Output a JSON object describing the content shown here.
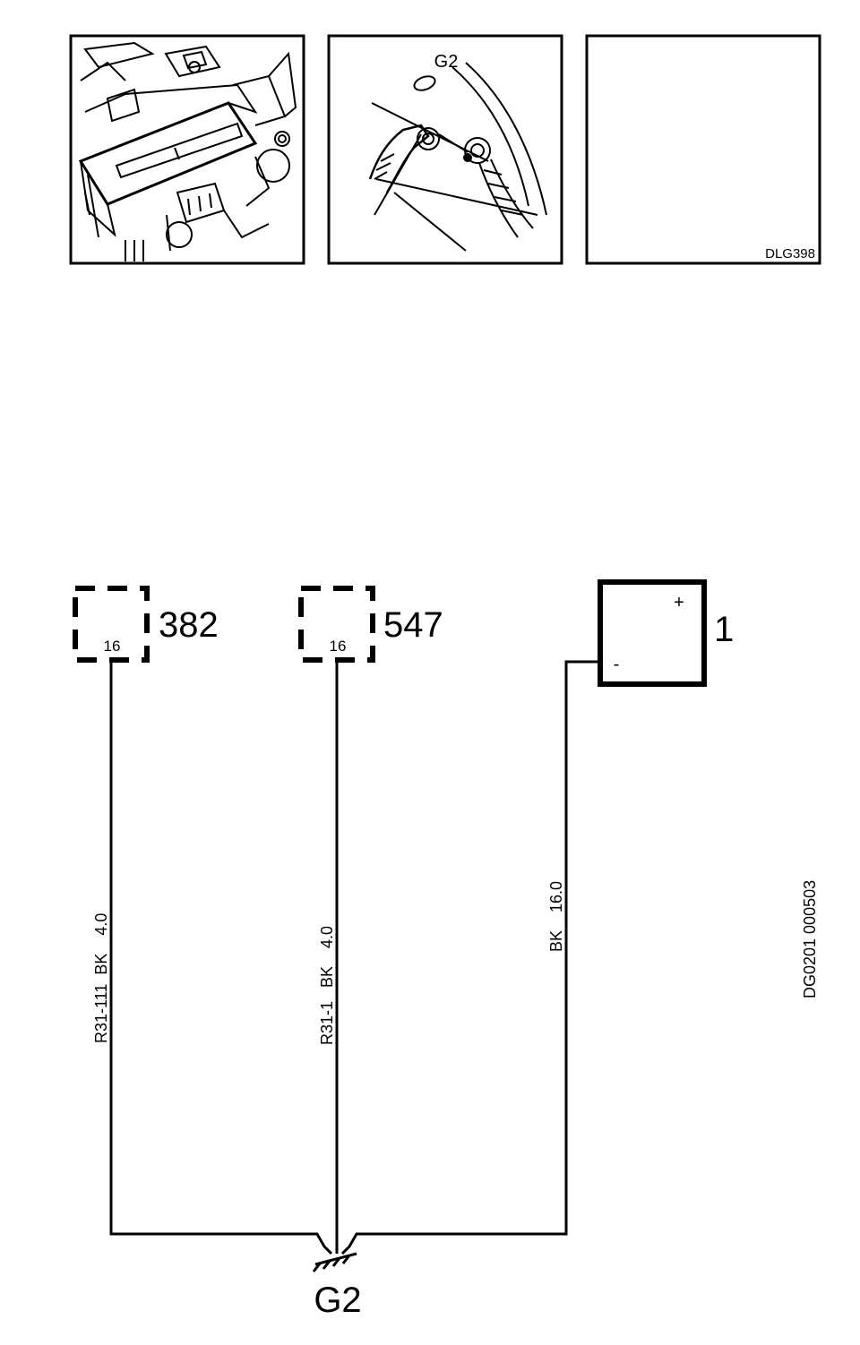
{
  "panels": {
    "panel2_label": "G2",
    "panel3_label": "DLG398"
  },
  "components": {
    "c382": {
      "id": "382",
      "pin": "16"
    },
    "c547": {
      "id": "547",
      "pin": "16"
    },
    "c1": {
      "id": "1",
      "plus": "+",
      "minus": "-"
    }
  },
  "wires": {
    "w1": "R31-111  BK    4.0",
    "w2": "R31-1   BK    4.0",
    "w3": "BK    16.0"
  },
  "ground": {
    "label": "G2"
  },
  "doc_id": "DG0201 000503"
}
